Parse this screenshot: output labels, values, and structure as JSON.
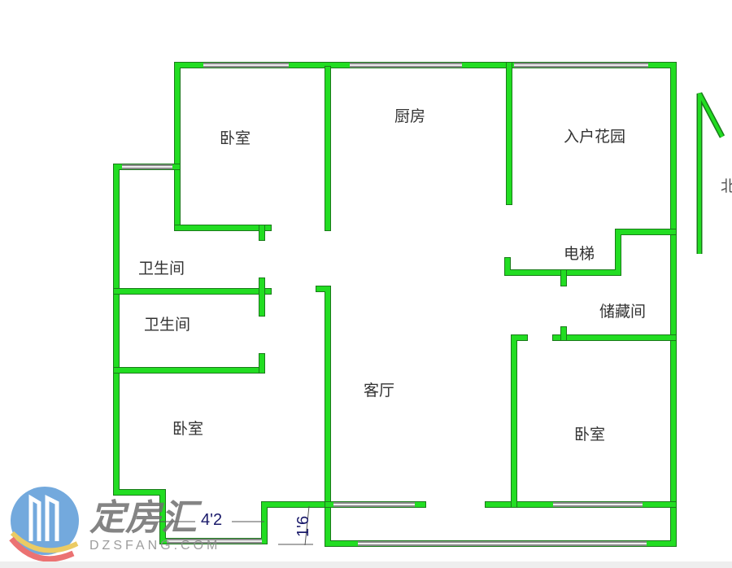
{
  "rooms": {
    "bedroom_top_left": "卧室",
    "kitchen": "厨房",
    "entry_garden": "入户花园",
    "bathroom_1": "卫生间",
    "bathroom_2": "卫生间",
    "elevator": "电梯",
    "storage": "储藏间",
    "living_room": "客厅",
    "bedroom_bottom_left": "卧室",
    "bedroom_bottom_right": "卧室"
  },
  "north_label": "北",
  "dimensions": {
    "width": "4'2",
    "depth": "1'6"
  },
  "watermark": {
    "brand": "定房汇",
    "url": "DZSFANG.COM"
  },
  "colors": {
    "wall": "#22dd22",
    "window": "#8a8a8a"
  }
}
